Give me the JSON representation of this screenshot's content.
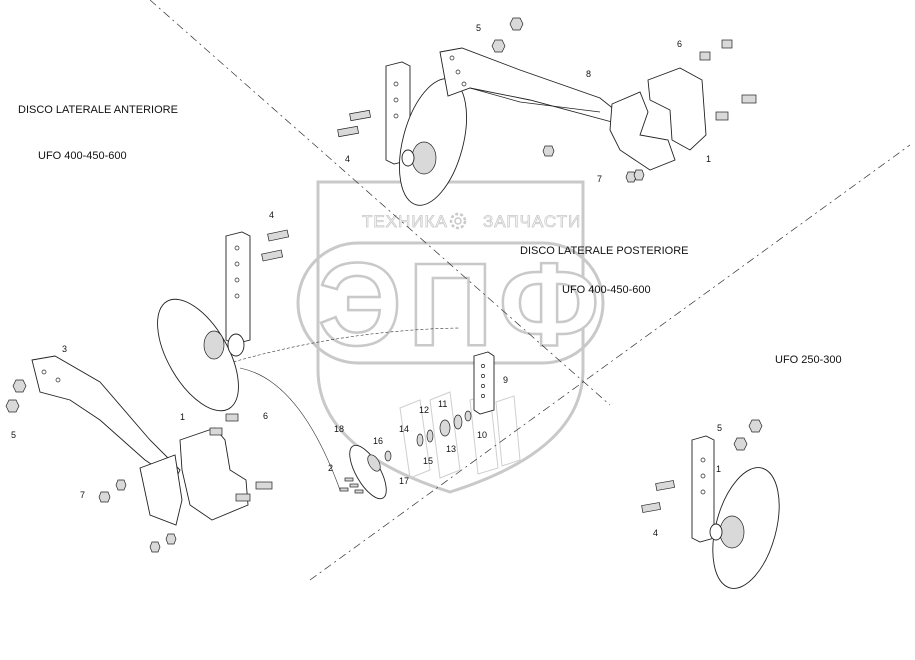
{
  "titles": {
    "front_disc": "DISCO LATERALE ANTERIORE",
    "front_models": "UFO 400-450-600",
    "rear_disc": "DISCO LATERALE POSTERIORE",
    "rear_models": "UFO 400-450-600",
    "small_models": "UFO 250-300"
  },
  "watermark": {
    "top_left": "ТЕХНИКА",
    "top_right": "ЗАПЧАСТИ",
    "logo": "ЭПФ",
    "gear_icon": "gear-icon",
    "color": "#c9c9c9"
  },
  "callouts": {
    "c5a": "5",
    "c6a": "6",
    "c8": "8",
    "c1a": "1",
    "c4a": "4",
    "c7a": "7",
    "c4b": "4",
    "c3": "3",
    "c5b": "5",
    "c1b": "1",
    "c6b": "6",
    "c7b": "7",
    "c18": "18",
    "c2": "2",
    "c16": "16",
    "c17": "17",
    "c14": "14",
    "c12": "12",
    "c11": "11",
    "c10": "10",
    "c15": "15",
    "c13": "13",
    "c9": "9",
    "c5c": "5",
    "c1c": "1",
    "c4c": "4"
  },
  "colors": {
    "line": "#222222",
    "watermark": "#c9c9c9"
  }
}
